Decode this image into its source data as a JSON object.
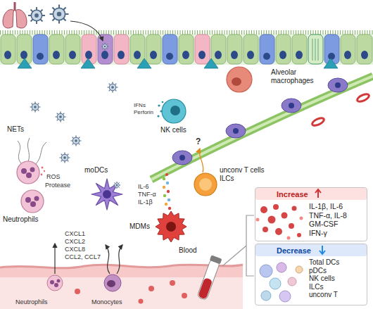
{
  "diagram": {
    "nodes": [
      {
        "text": [
          "Increase",
          "IL-1β, IL-6",
          "TNF-α, IL-8",
          "GM-CSF",
          "IFN-γ"
        ]
      },
      {
        "text": [
          "Decrease",
          "Total DCs",
          "pDCs",
          "NK cells",
          "ILCs",
          "unconv T"
        ]
      }
    ],
    "labels": [
      "IFNs",
      "Perforin",
      "NK cells",
      "NETs",
      "ROS",
      "Protease",
      "IL-6",
      "TNF-α",
      "IL-1β",
      "moDCs",
      "?",
      "unconv T cells",
      "ILCs",
      "Alveolar macrophages",
      "Neutrophils",
      "MDMs",
      "CXCL1",
      "CXCL2",
      "CXCL8",
      "CCL2, CCL7",
      "Blood",
      "Neutrophils",
      "Monocytes"
    ]
  }
}
